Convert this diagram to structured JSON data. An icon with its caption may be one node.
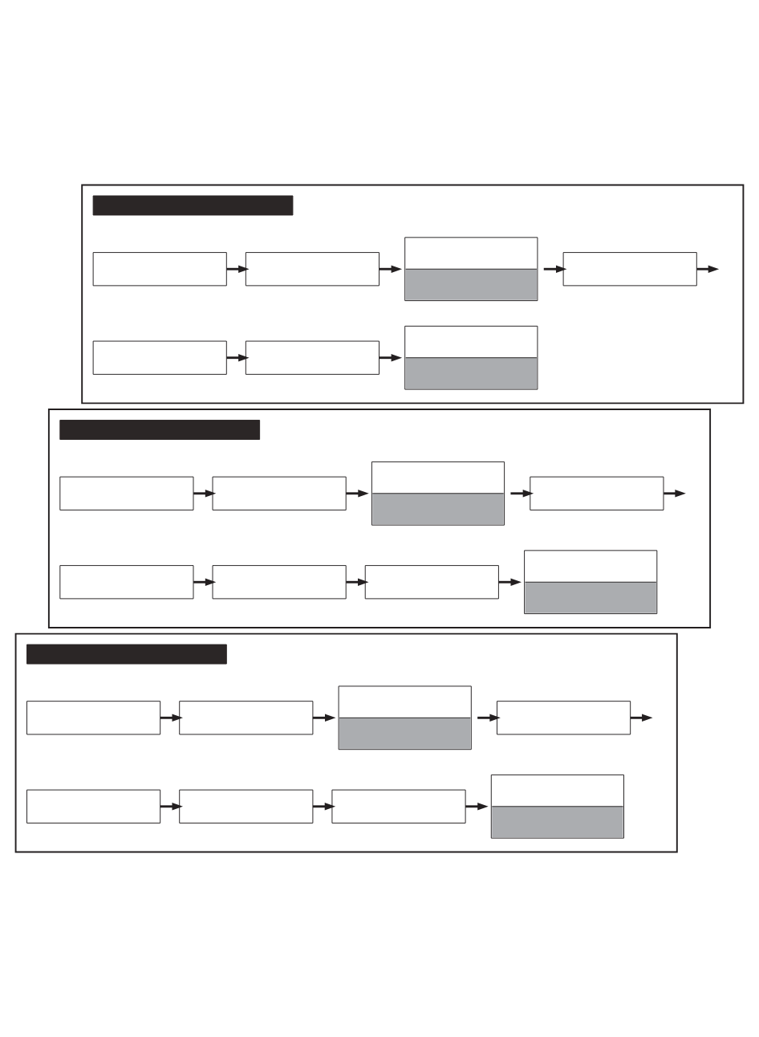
{
  "diagram": {
    "nodes": [
      {
        "text": [],
        "shape": "box"
      },
      {
        "text": [],
        "shape": "bar",
        "in": 0
      },
      {
        "text": [],
        "shape": "box",
        "in": 0
      },
      {
        "text": [],
        "shape": "box",
        "in": 0
      },
      {
        "text": [],
        "shape": "box",
        "in": 0
      },
      {
        "text": [],
        "shape": "box",
        "in": 0
      },
      {
        "text": [],
        "shape": "box",
        "in": 0
      },
      {
        "text": [],
        "shape": "box",
        "in": 0
      },
      {
        "text": [],
        "shape": "box",
        "in": 0
      },
      {
        "text": [],
        "shape": "box"
      },
      {
        "text": [],
        "shape": "bar",
        "in": 9
      },
      {
        "text": [],
        "shape": "box",
        "in": 9
      },
      {
        "text": [],
        "shape": "box",
        "in": 9
      },
      {
        "text": [],
        "shape": "box",
        "in": 9
      },
      {
        "text": [],
        "shape": "box",
        "in": 9
      },
      {
        "text": [],
        "shape": "box",
        "in": 9
      },
      {
        "text": [],
        "shape": "box",
        "in": 9
      },
      {
        "text": [],
        "shape": "box",
        "in": 9
      },
      {
        "text": [],
        "shape": "box",
        "in": 9
      },
      {
        "text": [],
        "shape": "box"
      },
      {
        "text": [],
        "shape": "bar",
        "in": 19
      },
      {
        "text": [],
        "shape": "box",
        "in": 19
      },
      {
        "text": [],
        "shape": "box",
        "in": 19
      },
      {
        "text": [],
        "shape": "box",
        "in": 19
      },
      {
        "text": [],
        "shape": "box",
        "in": 19
      },
      {
        "text": [],
        "shape": "box",
        "in": 19
      },
      {
        "text": [],
        "shape": "box",
        "in": 19
      },
      {
        "text": [],
        "shape": "box",
        "in": 19
      },
      {
        "text": [],
        "shape": "box",
        "in": 19
      }
    ],
    "edges": [
      {
        "from": 2,
        "to": 3,
        "arrow": "to"
      },
      {
        "from": 3,
        "to": 4,
        "arrow": "to"
      },
      {
        "from": 4,
        "to": 5,
        "arrow": "to"
      },
      {
        "from": 5,
        "to": null,
        "arrow": "to"
      },
      {
        "from": 6,
        "to": 7,
        "arrow": "to"
      },
      {
        "from": 7,
        "to": 8,
        "arrow": "to"
      },
      {
        "from": 11,
        "to": 12,
        "arrow": "to"
      },
      {
        "from": 12,
        "to": 13,
        "arrow": "to"
      },
      {
        "from": 13,
        "to": 14,
        "arrow": "to"
      },
      {
        "from": 14,
        "to": null,
        "arrow": "to"
      },
      {
        "from": 15,
        "to": 16,
        "arrow": "to"
      },
      {
        "from": 16,
        "to": 17,
        "arrow": "to"
      },
      {
        "from": 17,
        "to": 18,
        "arrow": "to"
      },
      {
        "from": 21,
        "to": 22,
        "arrow": "to"
      },
      {
        "from": 22,
        "to": 23,
        "arrow": "to"
      },
      {
        "from": 23,
        "to": 24,
        "arrow": "to"
      },
      {
        "from": 24,
        "to": null,
        "arrow": "to"
      },
      {
        "from": 25,
        "to": 26,
        "arrow": "to"
      },
      {
        "from": 26,
        "to": 27,
        "arrow": "to"
      },
      {
        "from": 27,
        "to": 28,
        "arrow": "to"
      }
    ]
  }
}
